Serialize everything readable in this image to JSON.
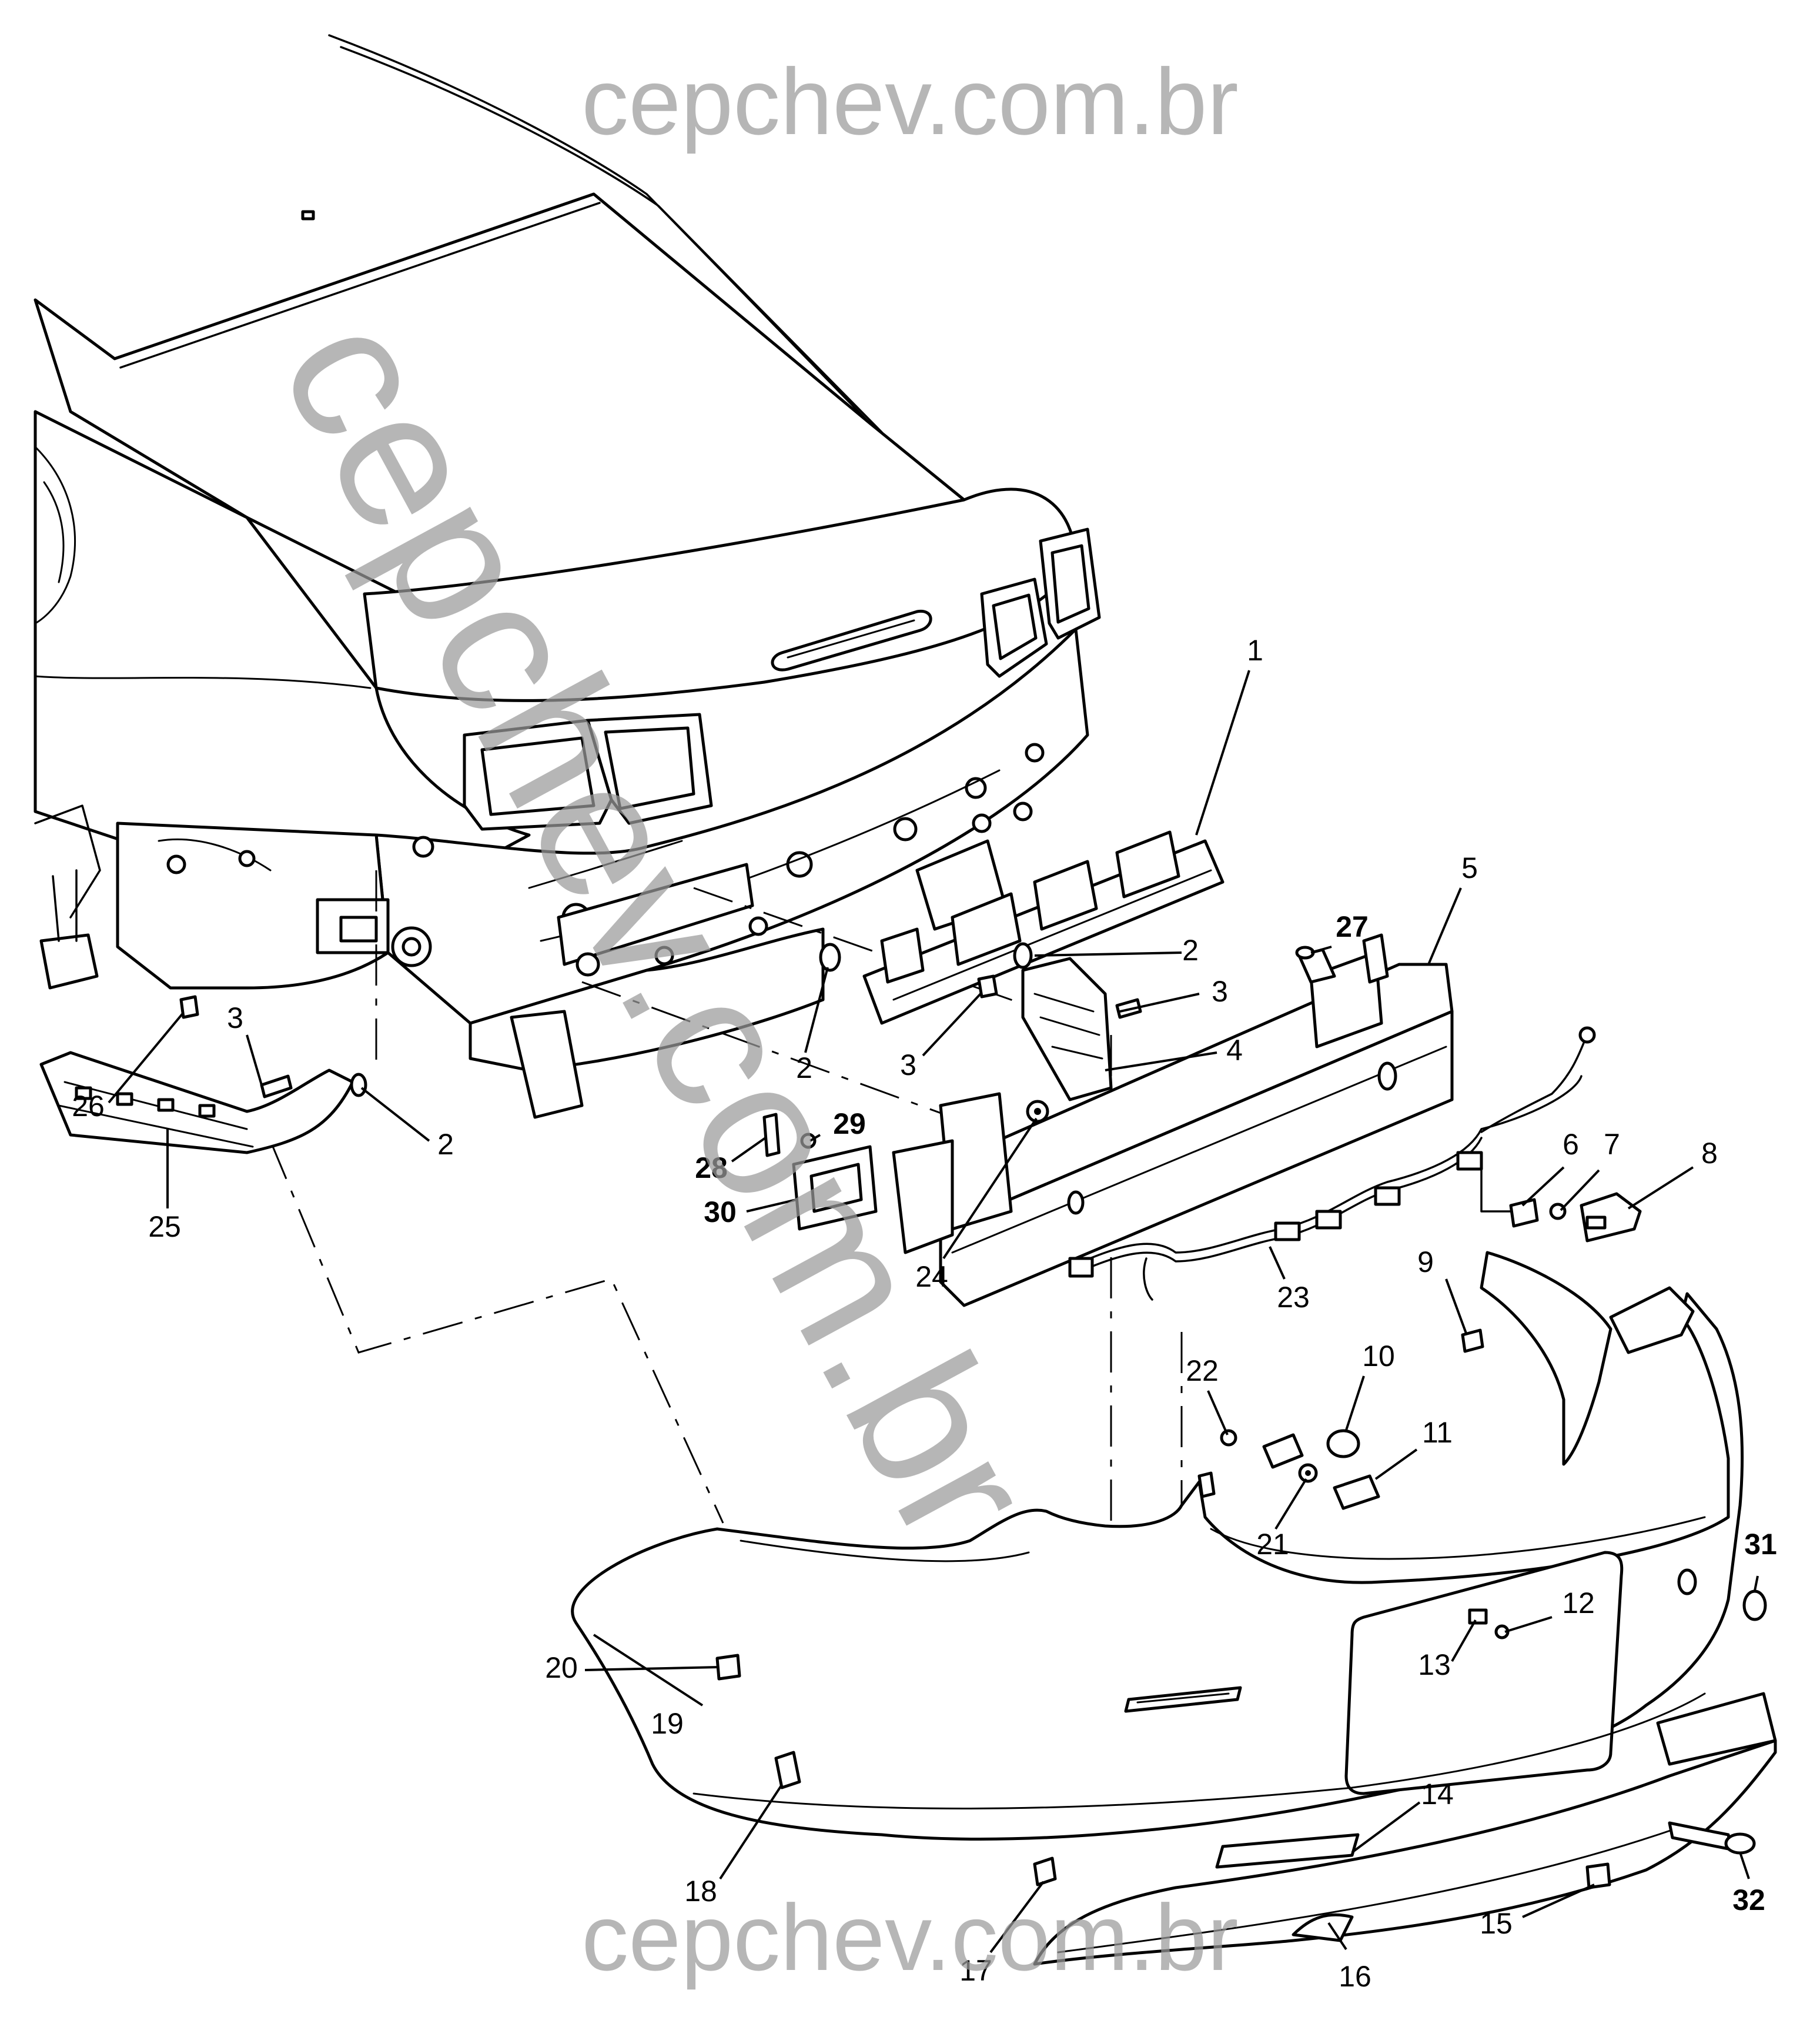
{
  "watermark": {
    "text": "cepchev.com.br",
    "color": "#9a9a9a"
  },
  "callouts": [
    {
      "id": "c1",
      "text": "1",
      "bold": false
    },
    {
      "id": "c2a",
      "text": "2",
      "bold": false
    },
    {
      "id": "c2b",
      "text": "2",
      "bold": false
    },
    {
      "id": "c2c",
      "text": "2",
      "bold": false
    },
    {
      "id": "c3a",
      "text": "3",
      "bold": false
    },
    {
      "id": "c3b",
      "text": "3",
      "bold": false
    },
    {
      "id": "c3c",
      "text": "3",
      "bold": false
    },
    {
      "id": "c4",
      "text": "4",
      "bold": false
    },
    {
      "id": "c5",
      "text": "5",
      "bold": false
    },
    {
      "id": "c6",
      "text": "6",
      "bold": false
    },
    {
      "id": "c7",
      "text": "7",
      "bold": false
    },
    {
      "id": "c8",
      "text": "8",
      "bold": false
    },
    {
      "id": "c9",
      "text": "9",
      "bold": false
    },
    {
      "id": "c10",
      "text": "10",
      "bold": false
    },
    {
      "id": "c11",
      "text": "11",
      "bold": false
    },
    {
      "id": "c12",
      "text": "12",
      "bold": false
    },
    {
      "id": "c13",
      "text": "13",
      "bold": false
    },
    {
      "id": "c14",
      "text": "14",
      "bold": false
    },
    {
      "id": "c15",
      "text": "15",
      "bold": false
    },
    {
      "id": "c16",
      "text": "16",
      "bold": false
    },
    {
      "id": "c17",
      "text": "17",
      "bold": false
    },
    {
      "id": "c18",
      "text": "18",
      "bold": false
    },
    {
      "id": "c19",
      "text": "19",
      "bold": false
    },
    {
      "id": "c20",
      "text": "20",
      "bold": false
    },
    {
      "id": "c21",
      "text": "21",
      "bold": false
    },
    {
      "id": "c22",
      "text": "22",
      "bold": false
    },
    {
      "id": "c23",
      "text": "23",
      "bold": false
    },
    {
      "id": "c24",
      "text": "24",
      "bold": false
    },
    {
      "id": "c25",
      "text": "25",
      "bold": false
    },
    {
      "id": "c26",
      "text": "26",
      "bold": false
    },
    {
      "id": "c27",
      "text": "27",
      "bold": true
    },
    {
      "id": "c28",
      "text": "28",
      "bold": true
    },
    {
      "id": "c29",
      "text": "29",
      "bold": true
    },
    {
      "id": "c30",
      "text": "30",
      "bold": true
    },
    {
      "id": "c31",
      "text": "31",
      "bold": true
    },
    {
      "id": "c32",
      "text": "32",
      "bold": true
    }
  ]
}
